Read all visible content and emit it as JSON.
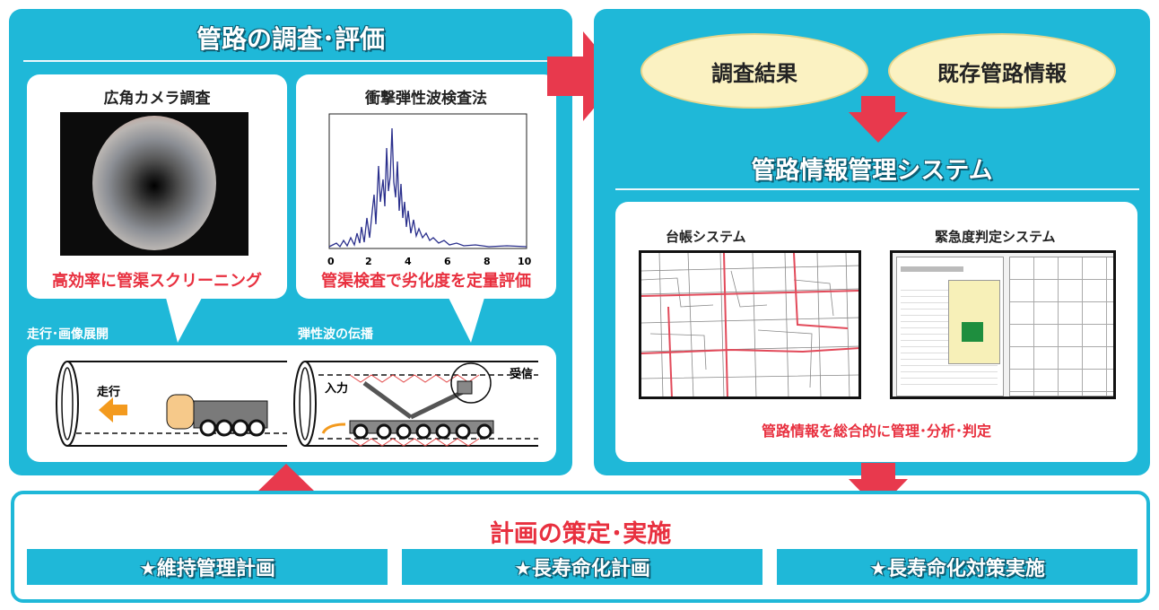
{
  "left_panel": {
    "title": "管路の調査･評価",
    "camera_card": {
      "title": "広角カメラ調査",
      "caption": "高効率に管渠スクリーニング"
    },
    "wave_card": {
      "title": "衝撃弾性波検査法",
      "caption": "管渠検査で劣化度を定量評価",
      "x_ticks": [
        "0",
        "2",
        "4",
        "6",
        "8",
        "10"
      ]
    },
    "label_left": "走行･画像展開",
    "label_right": "弾性波の伝播",
    "pipe": {
      "travel_label": "走行",
      "input_label": "入力",
      "receive_label": "受信"
    }
  },
  "right_panel": {
    "ellipse_left": "調査結果",
    "ellipse_right": "既存管路情報",
    "title": "管路情報管理システム",
    "ledger_title": "台帳システム",
    "urgency_title": "緊急度判定システム",
    "caption": "管路情報を総合的に管理･分析･判定"
  },
  "bottom": {
    "title": "計画の策定･実施",
    "bars": [
      "★維持管理計画",
      "★長寿命化計画",
      "★長寿命化対策実施"
    ]
  },
  "colors": {
    "panel": "#1fb8d8",
    "arrow": "#e8394d",
    "caption_red": "#e8303f",
    "ellipse": "#fbf2c2"
  }
}
